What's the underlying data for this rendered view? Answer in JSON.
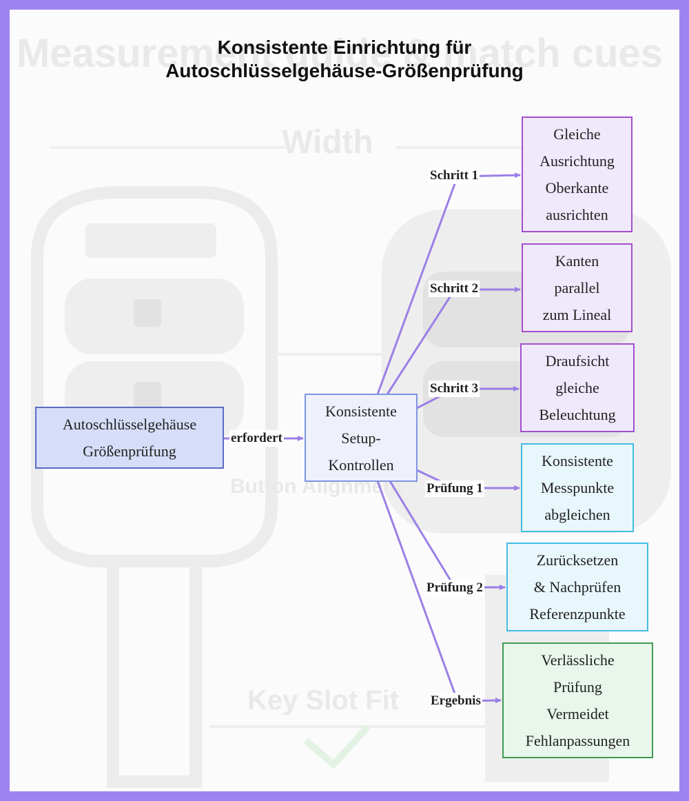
{
  "title": {
    "line1": "Konsistente Einrichtung für",
    "line2": "Autoschlüsselgehäuse-Größenprüfung"
  },
  "colors": {
    "background": "#9d83f0",
    "edge": "#9b7fe6",
    "root_fill": "#d6ddf8",
    "root_border": "#5a6bc4",
    "step_fill": "#f0e8fb",
    "step_border": "#a24fcf",
    "check_fill": "#e8f7fc",
    "check_border": "#41bde0",
    "result_fill": "#e8f6ec",
    "result_border": "#3f9a52"
  },
  "nodes": {
    "root": "Autoschlüsselgehäuse\nGrößenprüfung",
    "setup": "Konsistente\nSetup-\nKontrollen",
    "step1": "Gleiche\nAusrichtung\nOberkante\nausrichten",
    "step2": "Kanten\nparallel\nzum Lineal",
    "step3": "Draufsicht\ngleiche\nBeleuchtung",
    "check1": "Konsistente\nMesspunkte\nabgleichen",
    "check2": "Zurücksetzen\n& Nachprüfen\nReferenzpunkte",
    "result": "Verlässliche\nPrüfung\nVermeidet\nFehlanpassungen"
  },
  "edges": {
    "requires": "erfordert",
    "step1": "Schritt 1",
    "step2": "Schritt 2",
    "step3": "Schritt 3",
    "check1": "Prüfung 1",
    "check2": "Prüfung 2",
    "result": "Ergebnis"
  }
}
